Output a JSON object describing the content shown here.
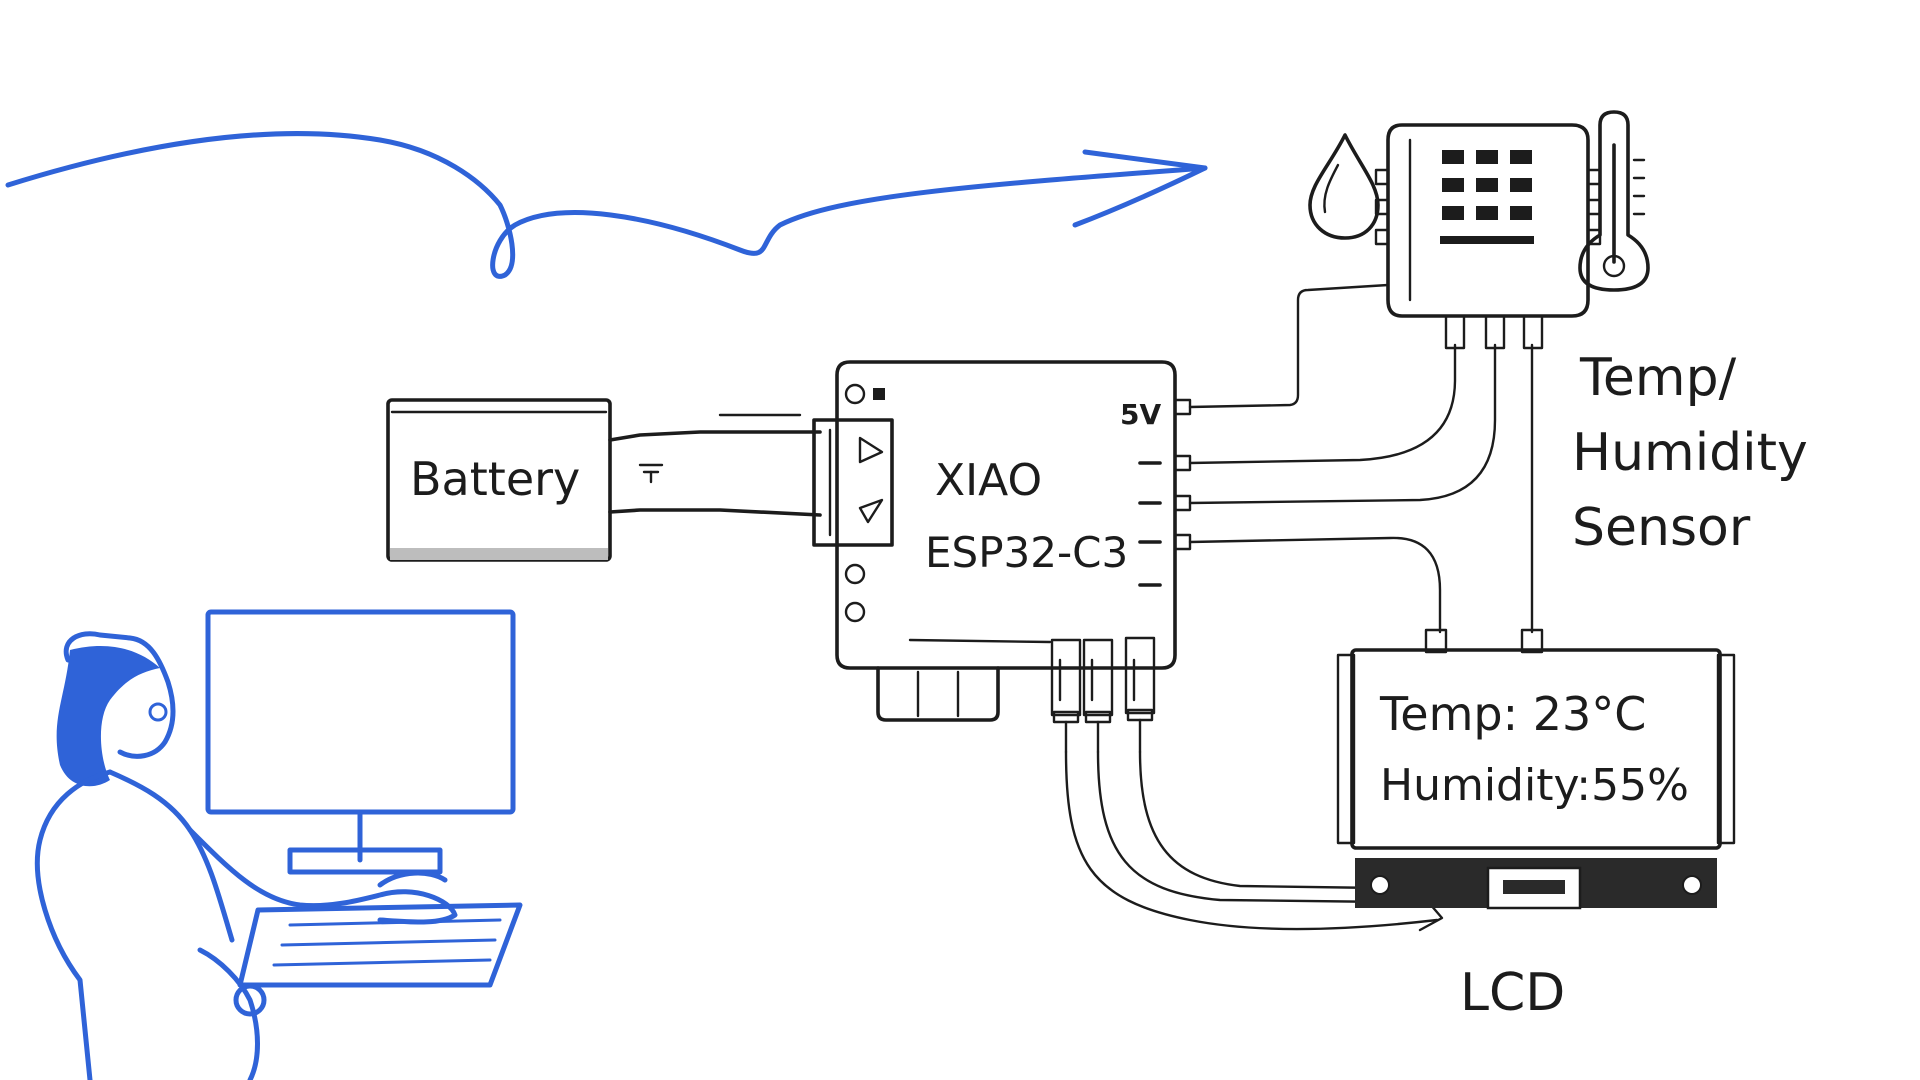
{
  "battery": {
    "label": "Battery"
  },
  "mcu": {
    "line1": "XIAO",
    "line2": "ESP32-C3",
    "pin_label": "5V"
  },
  "sensor": {
    "line1": "Temp/",
    "line2": "Humidity",
    "line3": "Sensor"
  },
  "lcd": {
    "readout_temp": "Temp: 23°C",
    "readout_humidity": "Humidity:55%",
    "label": "LCD"
  },
  "colors": {
    "ink": "#1c1c1c",
    "accent": "#2f63d8"
  },
  "icons": [
    "water-drop-icon",
    "thermometer-icon",
    "curved-arrow-icon",
    "ground-symbol-icon"
  ]
}
